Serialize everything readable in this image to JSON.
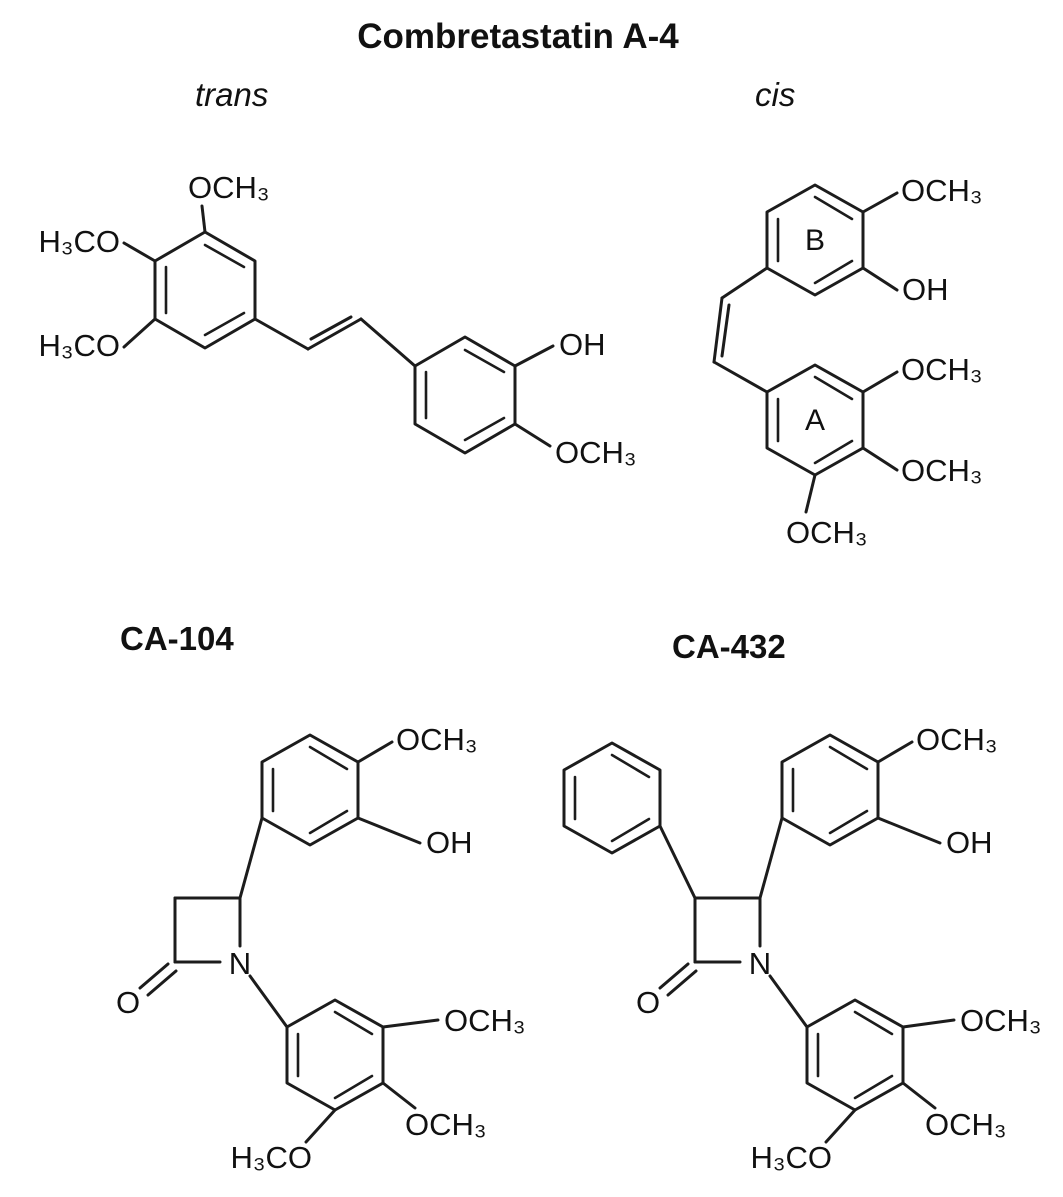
{
  "figure": {
    "title": "Combretastatin A-4",
    "isomers": {
      "trans": "trans",
      "cis": "cis"
    }
  },
  "trans": {
    "och3_top": "OCH₃",
    "h3co_upper": "H₃CO",
    "h3co_lower": "H₃CO",
    "oh": "OH",
    "och3_bottom": "OCH₃"
  },
  "cis": {
    "ring_b": "B",
    "ring_a": "A",
    "och3_top": "OCH₃",
    "oh": "OH",
    "och3_1": "OCH₃",
    "och3_2": "OCH₃",
    "och3_3": "OCH₃"
  },
  "ca104": {
    "name": "CA-104",
    "och3_top": "OCH₃",
    "oh": "OH",
    "n": "N",
    "o": "O",
    "och3_1": "OCH₃",
    "och3_2": "OCH₃",
    "h3co": "H₃CO"
  },
  "ca432": {
    "name": "CA-432",
    "och3_top": "OCH₃",
    "oh": "OH",
    "n": "N",
    "o": "O",
    "och3_1": "OCH₃",
    "och3_2": "OCH₃",
    "h3co": "H₃CO"
  }
}
